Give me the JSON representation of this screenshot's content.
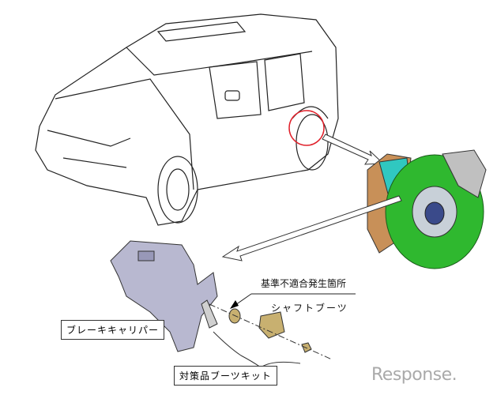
{
  "labels": {
    "nonconformity_location": "基準不適合発生箇所",
    "shaft_boot": "シャフトブーツ",
    "brake_caliper": "ブレーキキャリパー",
    "countermeasure_kit": "対策品ブーツキット"
  },
  "watermark": "Response.",
  "colors": {
    "highlight": "#e0202a",
    "disc": "#2fb82f",
    "shield": "#30c8c0",
    "caliper": "#b8b8d0",
    "parts": "#c8b070"
  }
}
